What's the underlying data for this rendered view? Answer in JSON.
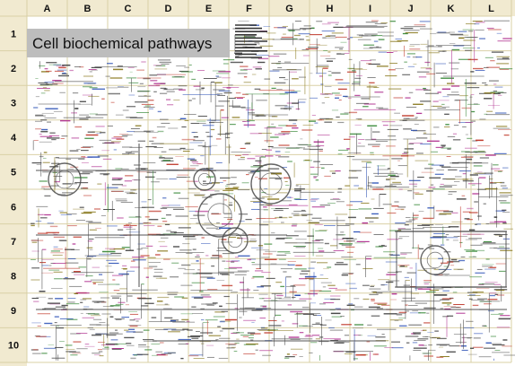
{
  "title": "Cell biochemical pathways",
  "grid": {
    "columns": [
      "A",
      "B",
      "C",
      "D",
      "E",
      "F",
      "G",
      "H",
      "I",
      "J",
      "K",
      "L"
    ],
    "rows": [
      "1",
      "2",
      "3",
      "4",
      "5",
      "6",
      "7",
      "8",
      "9",
      "10"
    ]
  },
  "colors": {
    "frame": "#f1ead0",
    "cell_border": "#e6dcb0",
    "grid_line": "#d9d0a6",
    "map_ink": "#4a4a4a",
    "title_box": "#bdbdbd",
    "accents": [
      "#c0392b",
      "#2a4fb5",
      "#3a8a3a",
      "#8a7a20",
      "#b03090"
    ]
  }
}
